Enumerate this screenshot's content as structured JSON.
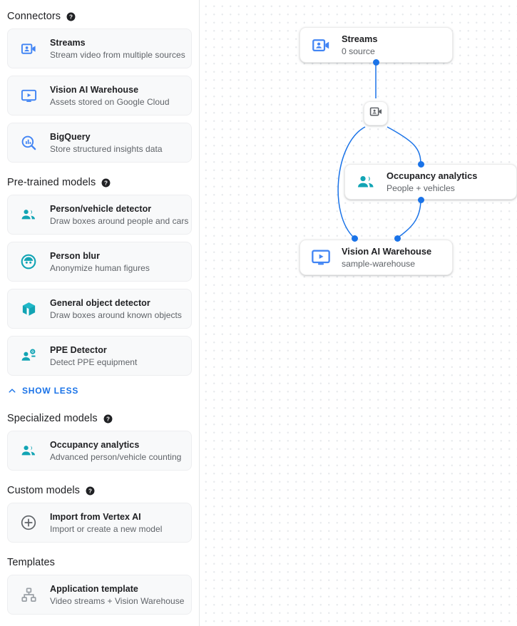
{
  "sidebar": {
    "sections": [
      {
        "id": "connectors",
        "title": "Connectors",
        "has_help": true,
        "help_icon": "help-icon",
        "items": [
          {
            "icon": "video-camera-person-icon",
            "icon_color": "#4285f4",
            "title": "Streams",
            "subtitle": "Stream video from multiple sources"
          },
          {
            "icon": "monitor-play-icon",
            "icon_color": "#4285f4",
            "title": "Vision AI Warehouse",
            "subtitle": "Assets stored on Google Cloud"
          },
          {
            "icon": "bigquery-search-chart-icon",
            "icon_color": "#4285f4",
            "title": "BigQuery",
            "subtitle": "Store structured insights data"
          }
        ]
      },
      {
        "id": "pre-trained-models",
        "title": "Pre-trained models",
        "has_help": true,
        "help_icon": "help-icon",
        "items": [
          {
            "icon": "people-icon",
            "icon_color": "#12a4b4",
            "title": "Person/vehicle detector",
            "subtitle": "Draw boxes around people and cars"
          },
          {
            "icon": "person-blur-face-icon",
            "icon_color": "#12a4b4",
            "title": "Person blur",
            "subtitle": "Anonymize human figures"
          },
          {
            "icon": "cube-icon",
            "icon_color": "#12a4b4",
            "title": "General object detector",
            "subtitle": "Draw boxes around known objects"
          },
          {
            "icon": "ppe-person-gear-icon",
            "icon_color": "#12a4b4",
            "title": "PPE Detector",
            "subtitle": "Detect PPE equipment"
          }
        ],
        "toggle": {
          "label": "SHOW LESS",
          "icon": "chevron-up-icon",
          "color": "#1a73e8"
        }
      },
      {
        "id": "specialized-models",
        "title": "Specialized models",
        "has_help": true,
        "help_icon": "help-icon",
        "items": [
          {
            "icon": "people-icon",
            "icon_color": "#12a4b4",
            "title": "Occupancy analytics",
            "subtitle": "Advanced person/vehicle counting"
          }
        ]
      },
      {
        "id": "custom-models",
        "title": "Custom models",
        "has_help": true,
        "help_icon": "help-icon",
        "items": [
          {
            "icon": "plus-circle-icon",
            "icon_color": "#5f6368",
            "title": "Import from Vertex AI",
            "subtitle": "Import or create a new model"
          }
        ]
      },
      {
        "id": "templates",
        "title": "Templates",
        "has_help": false,
        "items": [
          {
            "icon": "sitemap-icon",
            "icon_color": "#9aa0a6",
            "title": "Application template",
            "subtitle": "Video streams + Vision Warehouse"
          }
        ]
      }
    ]
  },
  "canvas": {
    "nodes": [
      {
        "id": "streams",
        "icon": "video-camera-person-icon",
        "icon_color": "#4285f4",
        "title": "Streams",
        "subtitle": "0 source"
      },
      {
        "id": "occupancy-analytics",
        "icon": "people-icon",
        "icon_color": "#12a4b4",
        "title": "Occupancy analytics",
        "subtitle": "People + vehicles"
      },
      {
        "id": "vision-ai-warehouse",
        "icon": "monitor-play-icon",
        "icon_color": "#4285f4",
        "title": "Vision AI Warehouse",
        "subtitle": "sample-warehouse"
      }
    ],
    "mini_node": {
      "id": "stream-source",
      "icon": "video-camera-person-icon",
      "icon_color": "#5f6368"
    },
    "edge_color": "#1a73e8",
    "port_color": "#1a73e8"
  }
}
